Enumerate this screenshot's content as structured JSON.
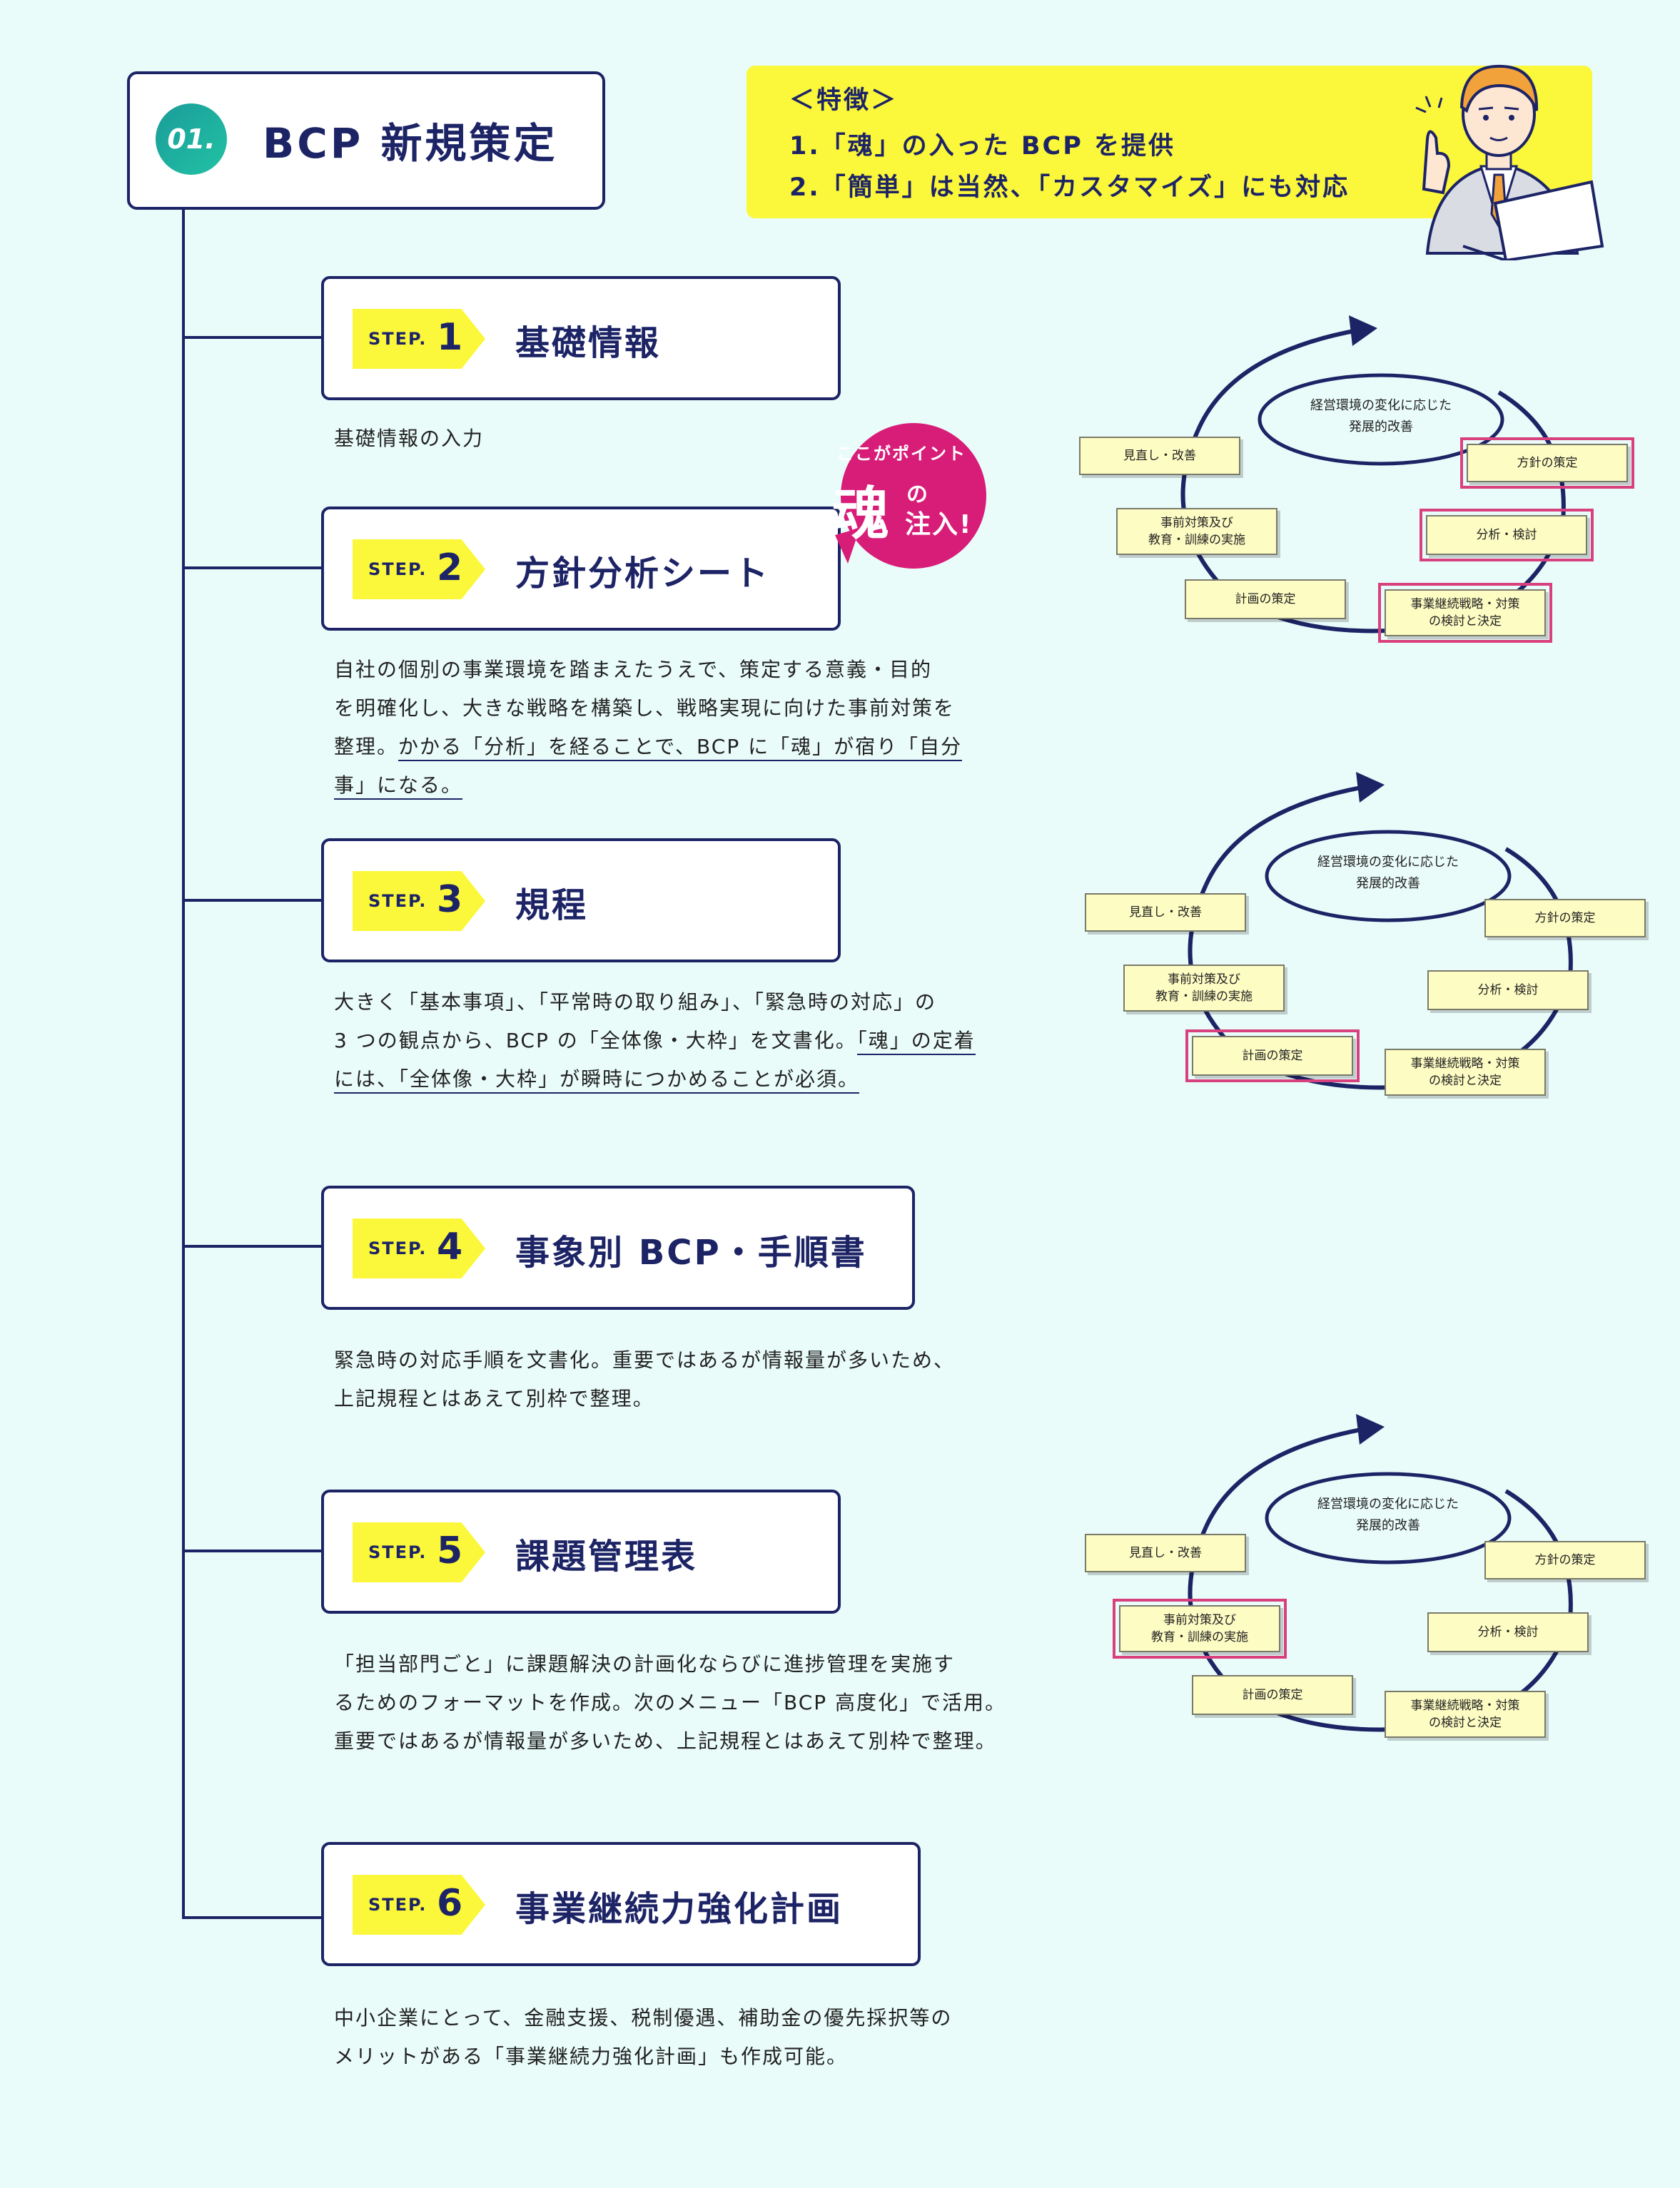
{
  "header": {
    "number": "01.",
    "title": "BCP 新規策定"
  },
  "features": {
    "heading": "＜特徴＞",
    "items": [
      "1.「魂」の入った BCP を提供",
      "2.「簡単」は当然、「カスタマイズ」にも対応"
    ]
  },
  "step_label": "STEP.",
  "steps": [
    {
      "n": "1",
      "title": "基礎情報",
      "desc": [
        "基礎情報の入力"
      ]
    },
    {
      "n": "2",
      "title": "方針分析シート",
      "desc": [
        "自社の個別の事業環境を踏まえたうえで、策定する意義・目的",
        "を明確化し、大きな戦略を構築し、戦略実現に向けた事前対策を",
        "整理。",
        "かかる「分析」を経ることで、BCP に「魂」が宿り「自分",
        "事」になる。"
      ]
    },
    {
      "n": "3",
      "title": "規程",
      "desc": [
        "大きく「基本事項」、「平常時の取り組み」、「緊急時の対応」の",
        "3 つの観点から、BCP の「全体像・大枠」を文書化。",
        "「魂」の定着",
        "には、「全体像・大枠」が瞬時につかめることが必須。"
      ]
    },
    {
      "n": "4",
      "title": "事象別 BCP・手順書",
      "desc": [
        "緊急時の対応手順を文書化。重要ではあるが情報量が多いため、",
        "上記規程とはあえて別枠で整理。"
      ]
    },
    {
      "n": "5",
      "title": "課題管理表",
      "desc": [
        "「担当部門ごと」に課題解決の計画化ならびに進捗管理を実施す",
        "るためのフォーマットを作成。次のメニュー「BCP 高度化」で活用。",
        "重要ではあるが情報量が多いため、上記規程とはあえて別枠で整理。"
      ]
    },
    {
      "n": "6",
      "title": "事業継続力強化計画",
      "desc": [
        "中小企業にとって、金融支援、税制優遇、補助金の優先採択等の",
        "メリットがある「事業継続力強化計画」も作成可能。"
      ]
    }
  ],
  "badge": {
    "head": "ここがポイント",
    "kon": "魂",
    "no": "の",
    "inject": "注入!"
  },
  "cycle": {
    "center": [
      "経営環境の変化に応じた",
      "発展的改善"
    ],
    "review": "見直し・改善",
    "prevent": [
      "事前対策及び",
      "教育・訓練の実施"
    ],
    "plan": "計画の策定",
    "policy": "方針の策定",
    "analysis": "分析・検討",
    "strategy": [
      "事業継続戦略・対策",
      "の検討と決定"
    ]
  },
  "colors": {
    "navy": "#1d2466",
    "yellow": "#fbf73a",
    "magenta": "#d8407e",
    "teal": "#1a9c9a",
    "bg": "#e9fcf9"
  }
}
